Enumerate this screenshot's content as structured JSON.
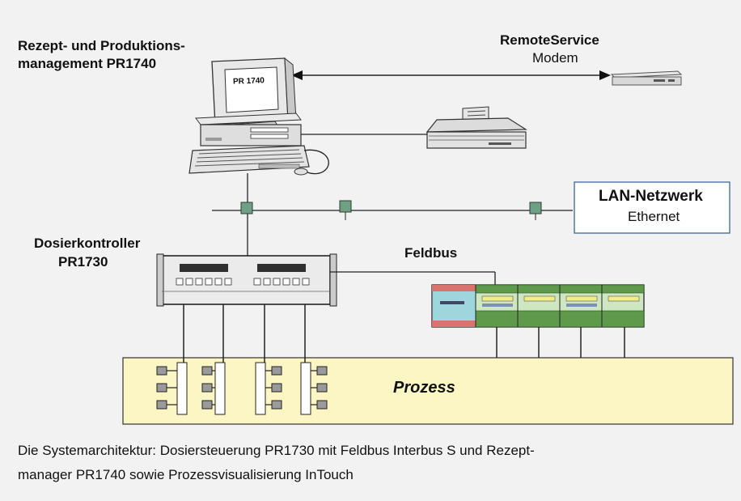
{
  "labels": {
    "rezept_line1": "Rezept- und Produktions-",
    "rezept_line2": "management PR1740",
    "monitor_screen": "PR 1740",
    "remote_service": "RemoteService",
    "modem": "Modem",
    "lan_title": "LAN-Netzwerk",
    "lan_sub": "Ethernet",
    "dosier_line1": "Dosierkontroller",
    "dosier_line2": "PR1730",
    "feldbus": "Feldbus",
    "prozess": "Prozess"
  },
  "caption": {
    "line1": "Die Systemarchitektur: Dosiersteuerung PR1730 mit Feldbus Interbus S und Rezept-",
    "line2": "manager PR1740 sowie Prozessvisualisierung InTouch"
  },
  "colors": {
    "background": "#f2f2f2",
    "process_fill": "#fbf6c4",
    "network_node": "#6f9f84",
    "feldbus_red": "#d9736e",
    "feldbus_cyan": "#9fd6de",
    "feldbus_green": "#5f9a4c"
  }
}
